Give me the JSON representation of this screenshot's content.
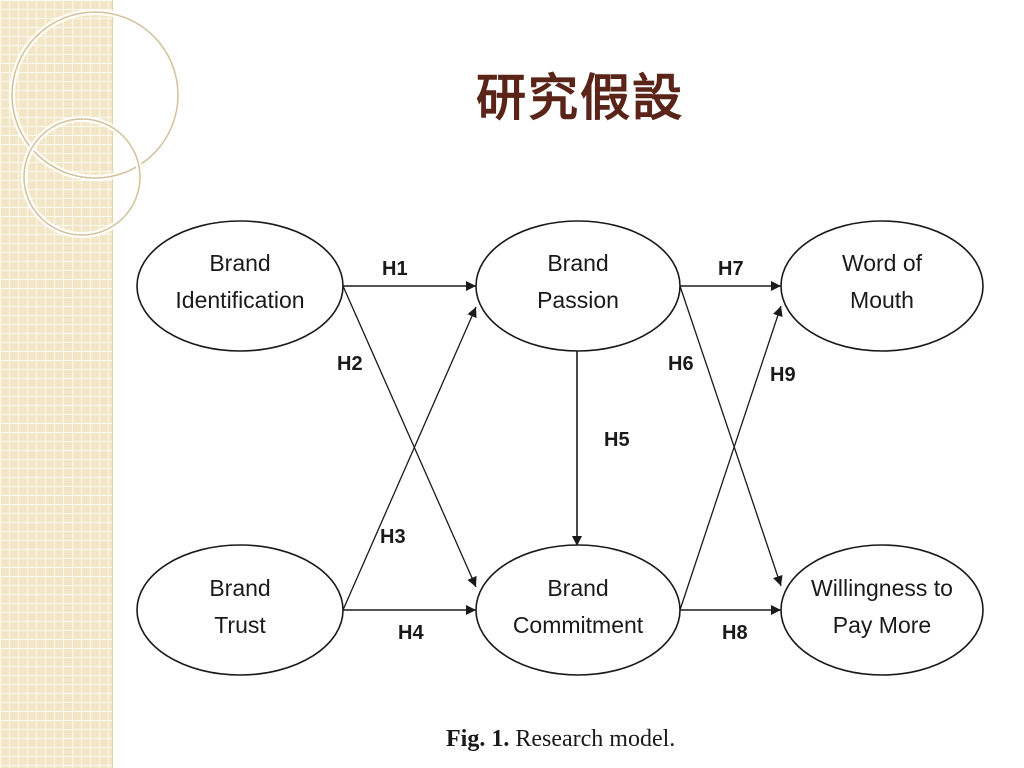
{
  "slide": {
    "title": "研究假設",
    "caption_bold": "Fig. 1.",
    "caption_text": " Research model."
  },
  "theme": {
    "title_color": "#5a2418",
    "panel_color": "#f2e6c6",
    "line_color": "#1a1a1a"
  },
  "nodes": [
    {
      "id": "brand-identification",
      "lines": [
        "Brand",
        "Identification"
      ]
    },
    {
      "id": "brand-trust",
      "lines": [
        "Brand",
        "Trust"
      ]
    },
    {
      "id": "brand-passion",
      "lines": [
        "Brand",
        "Passion"
      ]
    },
    {
      "id": "brand-commitment",
      "lines": [
        "Brand",
        "Commitment"
      ]
    },
    {
      "id": "word-of-mouth",
      "lines": [
        "Word of",
        "Mouth"
      ]
    },
    {
      "id": "willingness-to-pay-more",
      "lines": [
        "Willingness to",
        "Pay More"
      ]
    }
  ],
  "edges": [
    {
      "label": "H1",
      "from": "brand-identification",
      "to": "brand-passion"
    },
    {
      "label": "H2",
      "from": "brand-identification",
      "to": "brand-commitment"
    },
    {
      "label": "H3",
      "from": "brand-trust",
      "to": "brand-passion"
    },
    {
      "label": "H4",
      "from": "brand-trust",
      "to": "brand-commitment"
    },
    {
      "label": "H5",
      "from": "brand-passion",
      "to": "brand-commitment"
    },
    {
      "label": "H6",
      "from": "brand-passion",
      "to": "willingness-to-pay-more"
    },
    {
      "label": "H7",
      "from": "brand-passion",
      "to": "word-of-mouth"
    },
    {
      "label": "H8",
      "from": "brand-commitment",
      "to": "willingness-to-pay-more"
    },
    {
      "label": "H9",
      "from": "brand-commitment",
      "to": "word-of-mouth"
    }
  ]
}
